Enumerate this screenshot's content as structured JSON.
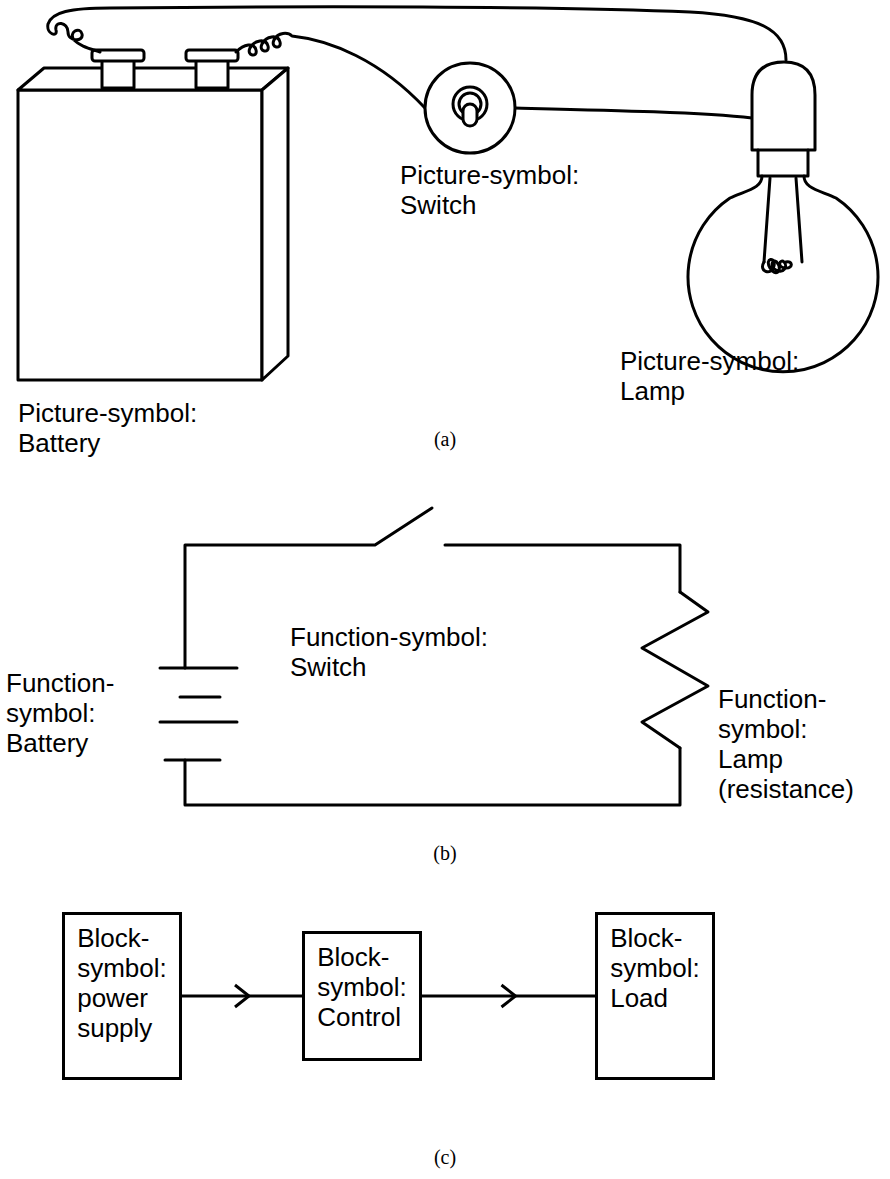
{
  "diagram": {
    "nodes": [
      {
        "text": [
          "Block-symbol: power supply"
        ]
      },
      {
        "text": [
          "Block-symbol: Control"
        ]
      },
      {
        "text": [
          "Block-symbol: Load"
        ]
      }
    ],
    "edges": [
      {
        "from": 0,
        "to": 1,
        "arrow": "to"
      },
      {
        "from": 1,
        "to": 2,
        "arrow": "to"
      }
    ],
    "labels": [
      "Picture-symbol: Battery",
      "Picture-symbol: Switch",
      "Picture-symbol: Lamp",
      "(a)",
      "Function-symbol: Switch",
      "Function-symbol: Battery",
      "Function-symbol: Lamp (resistance)",
      "(b)",
      "(c)"
    ]
  }
}
